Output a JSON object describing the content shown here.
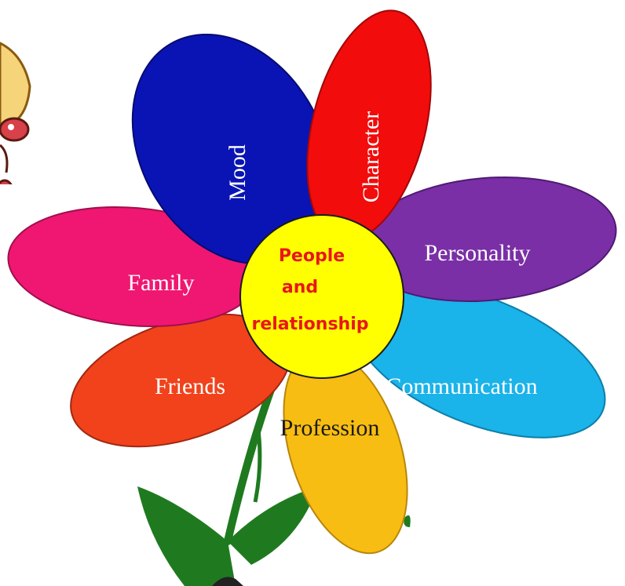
{
  "diagram": {
    "center": {
      "lines": [
        "People",
        "and",
        "relationship"
      ],
      "fill": "#ffff00",
      "text_color": "#e8171b"
    },
    "petals": [
      {
        "label": "Mood",
        "color": "#0a14b4"
      },
      {
        "label": "Character",
        "color": "#f20c0c"
      },
      {
        "label": "Personality",
        "color": "#7a2fa6"
      },
      {
        "label": "Communication",
        "color": "#1ab3ea"
      },
      {
        "label": "Profession",
        "color": "#f8bd12"
      },
      {
        "label": "Friends",
        "color": "#f1421b"
      },
      {
        "label": "Family",
        "color": "#ef1772"
      }
    ],
    "stem_color": "#1f7a1f"
  }
}
